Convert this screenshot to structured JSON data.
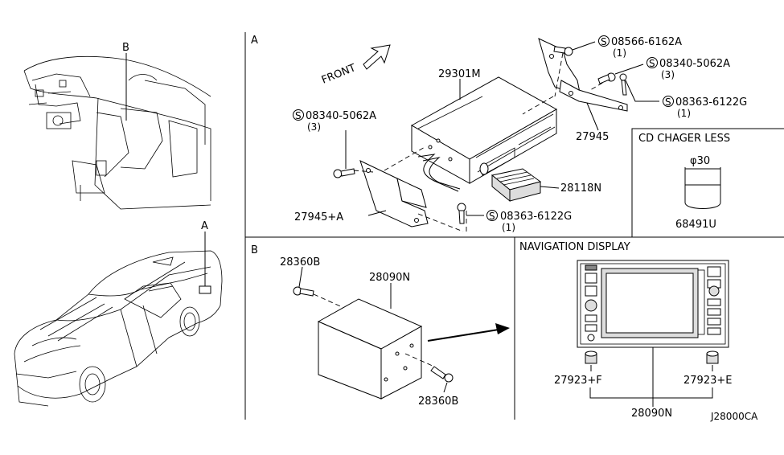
{
  "sections": {
    "a": "A",
    "b": "B",
    "cd_changer_less": "CD CHAGER LESS",
    "navigation_display": "NAVIGATION DISPLAY"
  },
  "overview": {
    "car_callout_a": "A",
    "dash_callout_b": "B"
  },
  "section_a": {
    "front_label": "FRONT",
    "cd_changer": "29301M",
    "bracket_right": "27945",
    "bracket_left": "27945+A",
    "connector": "28118N",
    "bolt_top": "08566-6162A",
    "bolt_top_qty": "(1)",
    "bolt_right": "08340-5062A",
    "bolt_right_qty": "(3)",
    "screw_right": "08363-6122G",
    "screw_right_qty": "(1)",
    "bolt_left": "08340-5062A",
    "bolt_left_qty": "(3)",
    "screw_bottom": "08363-6122G",
    "screw_bottom_qty": "(1)",
    "s_mark": "S"
  },
  "cd_less": {
    "diameter": "φ30",
    "part": "68491U"
  },
  "section_b": {
    "screw_top": "28360B",
    "unit": "28090N",
    "screw_bottom": "28360B"
  },
  "nav": {
    "knob_left": "27923+F",
    "knob_right": "27923+E",
    "display": "28090N",
    "diagram_code": "J28000CA"
  }
}
